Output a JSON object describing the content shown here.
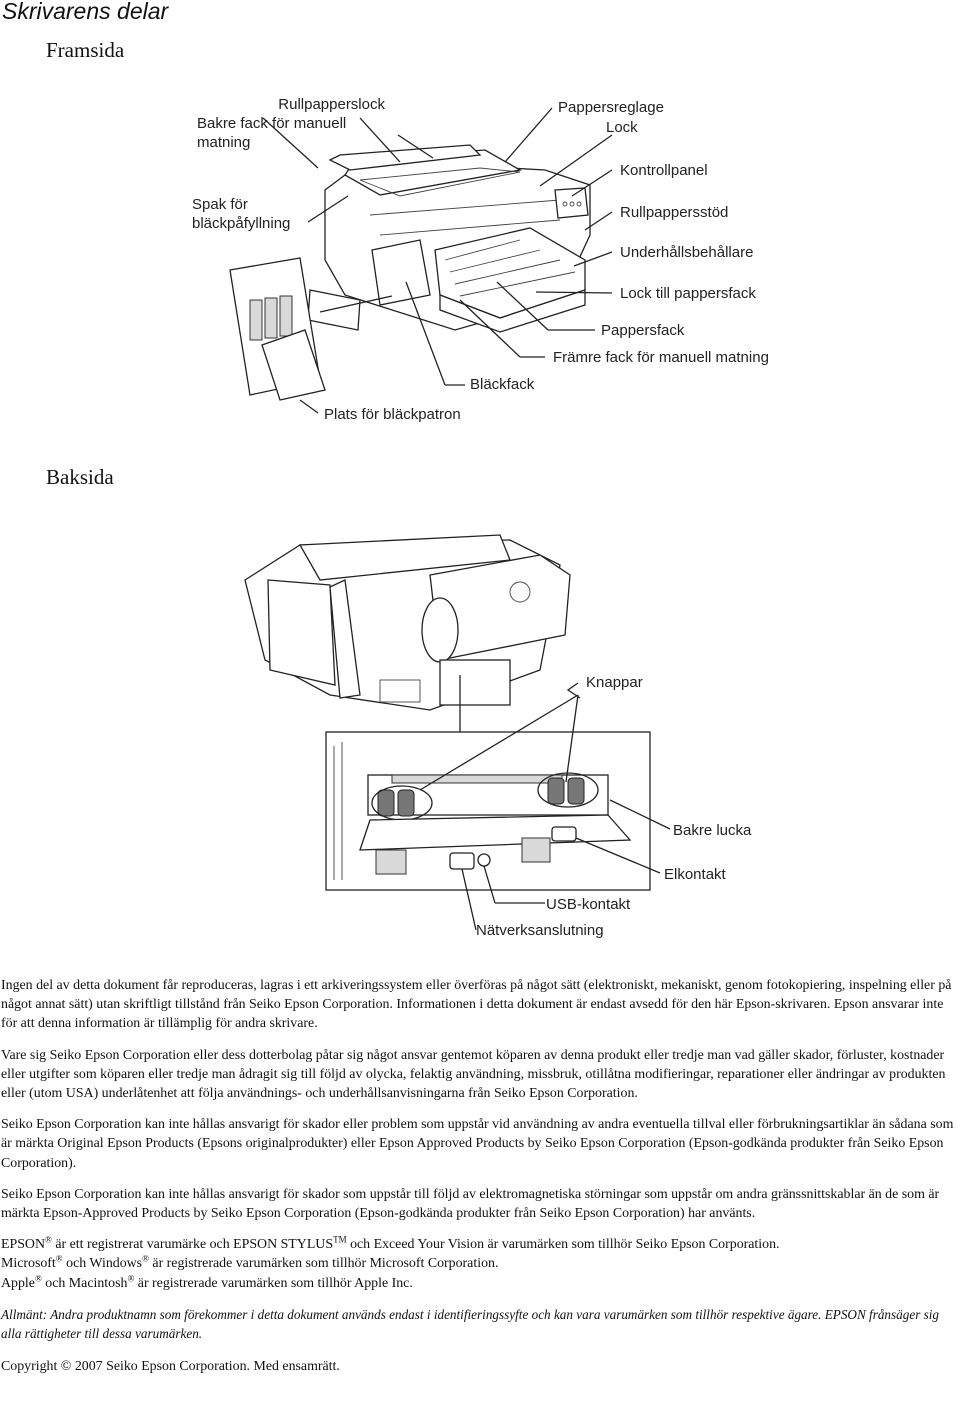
{
  "page": {
    "title": "Skrivarens delar"
  },
  "front": {
    "heading": "Framsida",
    "labels": {
      "roll_lock": "Rullpapperslock",
      "rear_manual_l1": "Bakre fack för manuell",
      "rear_manual_l2": "matning",
      "ink_lever_l1": "Spak för",
      "ink_lever_l2": "bläckpåfyllning",
      "paper_guide": "Pappersreglage",
      "lock": "Lock",
      "control_panel": "Kontrollpanel",
      "roll_support": "Rullpappersstöd",
      "maintenance": "Underhållsbehållare",
      "tray_lock": "Lock till pappersfack",
      "paper_tray": "Pappersfack",
      "front_manual": "Främre fack för manuell matning",
      "ink_compartment": "Bläckfack",
      "cartridge_slot": "Plats för bläckpatron"
    }
  },
  "back": {
    "heading": "Baksida",
    "labels": {
      "buttons": "Knappar",
      "rear_cover": "Bakre lucka",
      "power": "Elkontakt",
      "usb": "USB-kontakt",
      "network": "Nätverksanslutning"
    }
  },
  "legal": {
    "p1": "Ingen del av detta dokument får reproduceras, lagras i ett arkiveringssystem eller överföras på något sätt (elektroniskt, mekaniskt, genom fotokopiering, inspelning eller på något annat sätt) utan skriftligt tillstånd från Seiko Epson Corporation. Informationen i detta dokument är endast avsedd för den här Epson-skrivaren. Epson ansvarar inte för att denna information är tillämplig för andra skrivare.",
    "p2": "Vare sig Seiko Epson Corporation eller dess dotterbolag påtar sig något ansvar gentemot köparen av denna produkt eller tredje man vad gäller skador, förluster, kostnader eller utgifter som köparen eller tredje man ådragit sig till följd av olycka, felaktig användning, missbruk, otillåtna modifieringar, reparationer eller ändringar av produkten eller (utom USA) underlåtenhet att följa användnings- och underhållsanvisningarna från Seiko Epson Corporation.",
    "p3": "Seiko Epson Corporation kan inte hållas ansvarigt för skador eller problem som uppstår vid användning av andra eventuella tillval eller förbrukningsartiklar än sådana som är märkta Original Epson Products (Epsons originalprodukter) eller Epson Approved Products by Seiko Epson Corporation (Epson-godkända produkter från Seiko Epson Corporation).",
    "p4": "Seiko Epson Corporation kan inte hållas ansvarigt för skador som uppstår till följd av elektromagnetiska störningar som uppstår om andra gränssnittskablar än de som är märkta Epson-Approved Products by Seiko Epson Corporation (Epson-godkända produkter från Seiko Epson Corporation) har använts.",
    "tm1_brand": "EPSON",
    "tm1_reg": "®",
    "tm1_mid": "är ett registrerat varumärke och EPSON STYLUS",
    "tm1_tm": "TM",
    "tm1_end": "och Exceed Your Vision är varumärken som tillhör Seiko Epson Corporation.",
    "tm2_a": "Microsoft",
    "tm2_reg1": "®",
    "tm2_b": "och Windows",
    "tm2_reg2": "®",
    "tm2_c": "är registrerade varumärken som tillhör Microsoft Corporation.",
    "tm3_a": "Apple",
    "tm3_reg1": "®",
    "tm3_b": "och Macintosh",
    "tm3_reg2": "®",
    "tm3_c": "är registrerade varumärken som tillhör Apple Inc.",
    "general": "Allmänt: Andra produktnamn som förekommer i detta dokument används endast i identifieringssyfte och kan vara varumärken som tillhör respektive ägare. EPSON frånsäger sig alla rättigheter till dessa varumärken.",
    "copyright": "Copyright © 2007 Seiko Epson Corporation. Med ensamrätt."
  }
}
